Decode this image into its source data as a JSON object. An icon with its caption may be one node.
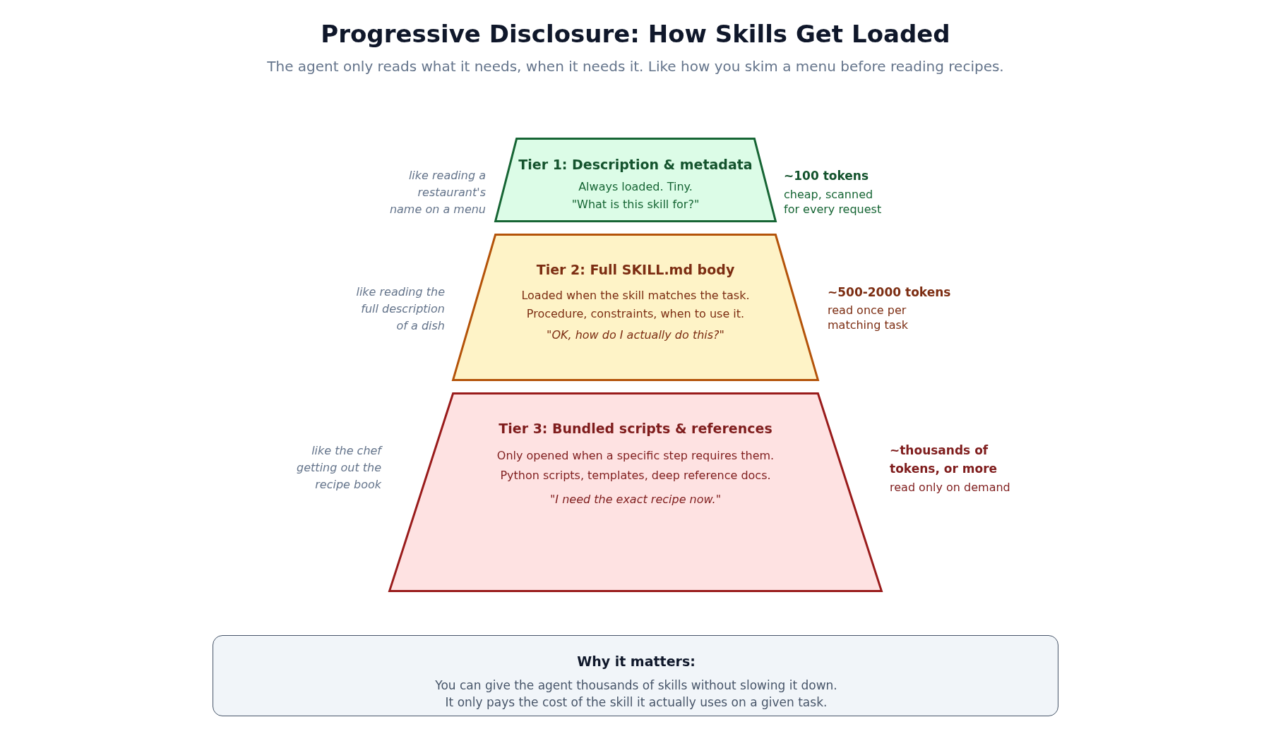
{
  "diagram": {
    "title": "Progressive Disclosure: How Skills Get Loaded",
    "nodes": [
      {
        "text": [
          "Tier 1: Description & metadata",
          "Always loaded. Tiny.",
          "\"What is this skill for?\""
        ],
        "beside": [
          "like reading a restaurant's name on a menu",
          "~100 tokens",
          "cheap, scanned for every request"
        ]
      },
      {
        "text": [
          "Tier 2: Full SKILL.md body",
          "Loaded when the skill matches the task.",
          "Procedure, constraints, when to use it.",
          "\"*OK, how do I actually do this?*\""
        ],
        "beside": [
          "like reading the full description of a dish",
          "~500-2000 tokens",
          "read once per matching task"
        ]
      },
      {
        "text": [
          "Tier 3: Bundled scripts & references",
          "Only opened when a specific step requires them.",
          "Python scripts, templates, deep reference docs.",
          "\"*I need the exact recipe now.*\""
        ],
        "beside": [
          "like the chef getting out the recipe book",
          "~thousands of tokens, or more",
          "read only on demand"
        ]
      },
      {
        "text": [
          "Why it matters:",
          "You can give the agent thousands of skills without slowing it down.",
          "It only pays the cost of the skill it actually uses on a given task."
        ]
      }
    ],
    "labels": [
      "The agent only reads what it needs, when it needs it. Like how you skim a menu before reading recipes."
    ]
  }
}
